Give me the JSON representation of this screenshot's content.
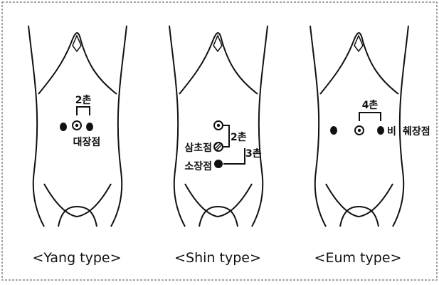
{
  "panels": {
    "yang": {
      "caption": "<Yang type>",
      "distance": "2촌",
      "point_label": "대장점"
    },
    "shin": {
      "caption": "<Shin type>",
      "distance_a": "2촌",
      "distance_b": "3촌",
      "point_label_a": "삼초점",
      "point_label_b": "소장점"
    },
    "eum": {
      "caption": "<Eum type>",
      "distance": "4촌",
      "point_label_a": "비",
      "point_label_b": "췌장점"
    }
  }
}
